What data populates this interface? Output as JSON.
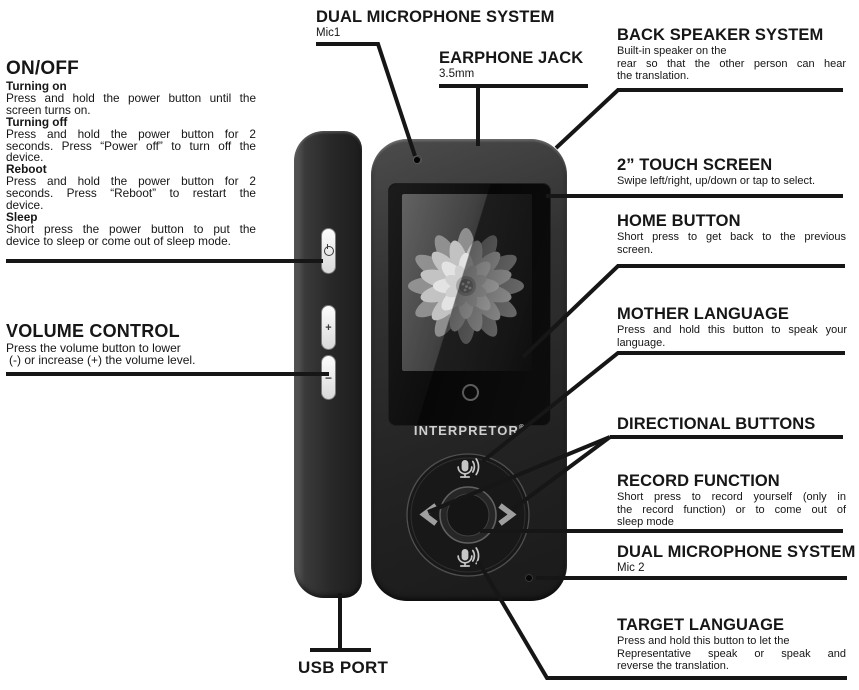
{
  "colors": {
    "paper": "#ffffff",
    "ink": "#161616",
    "device_body": "#2e2e2e",
    "button_face": "#f2f2f2",
    "screen_glass": "#0e0e0e",
    "brand_text": "#cfcfcf"
  },
  "sections": {
    "on_off": {
      "title": "ON/OFF",
      "items": [
        {
          "head": "Turning on",
          "lines": [
            "Press and hold the power button until the",
            "screen turns on."
          ]
        },
        {
          "head": "Turning off",
          "lines": [
            "Press and hold the power button for 2",
            "seconds. Press “Power off” to turn off the",
            "device."
          ]
        },
        {
          "head": "Reboot",
          "lines": [
            "Press and hold the power button for 2",
            "seconds. Press “Reboot” to restart the",
            "device."
          ]
        },
        {
          "head": "Sleep",
          "lines": [
            "Short press the power button to put the",
            "device to sleep or come out of sleep mode."
          ]
        }
      ]
    },
    "volume": {
      "title": "VOLUME CONTROL",
      "lines": [
        "Press the volume button to lower",
        "(-) or increase (+) the volume level."
      ]
    },
    "mic1": {
      "title": "DUAL MICROPHONE SYSTEM",
      "sub": "Mic1"
    },
    "earphone": {
      "title": "EARPHONE JACK",
      "sub": "3.5mm"
    },
    "back_speaker": {
      "title": "BACK SPEAKER SYSTEM",
      "lines": [
        "Built-in speaker on the",
        "rear so that the other person can hear",
        "the translation."
      ]
    },
    "touch_screen": {
      "title": "2” TOUCH SCREEN",
      "lines": [
        "Swipe left/right, up/down or tap to select."
      ]
    },
    "home_button": {
      "title": "HOME BUTTON",
      "lines": [
        "Short press to get back to the previous",
        "screen."
      ]
    },
    "mother_language": {
      "title": "MOTHER LANGUAGE",
      "lines": [
        "Press and hold this button to speak your",
        "language."
      ]
    },
    "directional": {
      "title": "DIRECTIONAL BUTTONS"
    },
    "record": {
      "title": "RECORD FUNCTION",
      "lines": [
        "Short press to record yourself (only in",
        "the record function) or to come out of",
        "sleep mode"
      ]
    },
    "mic2": {
      "title": "DUAL MICROPHONE SYSTEM",
      "sub": "Mic 2"
    },
    "target_language": {
      "title": "TARGET LANGUAGE",
      "lines": [
        "Press and hold this button to let the",
        "Representative speak or speak and",
        "reverse the translation."
      ]
    },
    "usb": {
      "title": "USB PORT"
    }
  },
  "device": {
    "brand": "INTERPRETOR",
    "brand_reg": "®",
    "side_buttons": {
      "plus": "+",
      "minus": "−"
    }
  }
}
